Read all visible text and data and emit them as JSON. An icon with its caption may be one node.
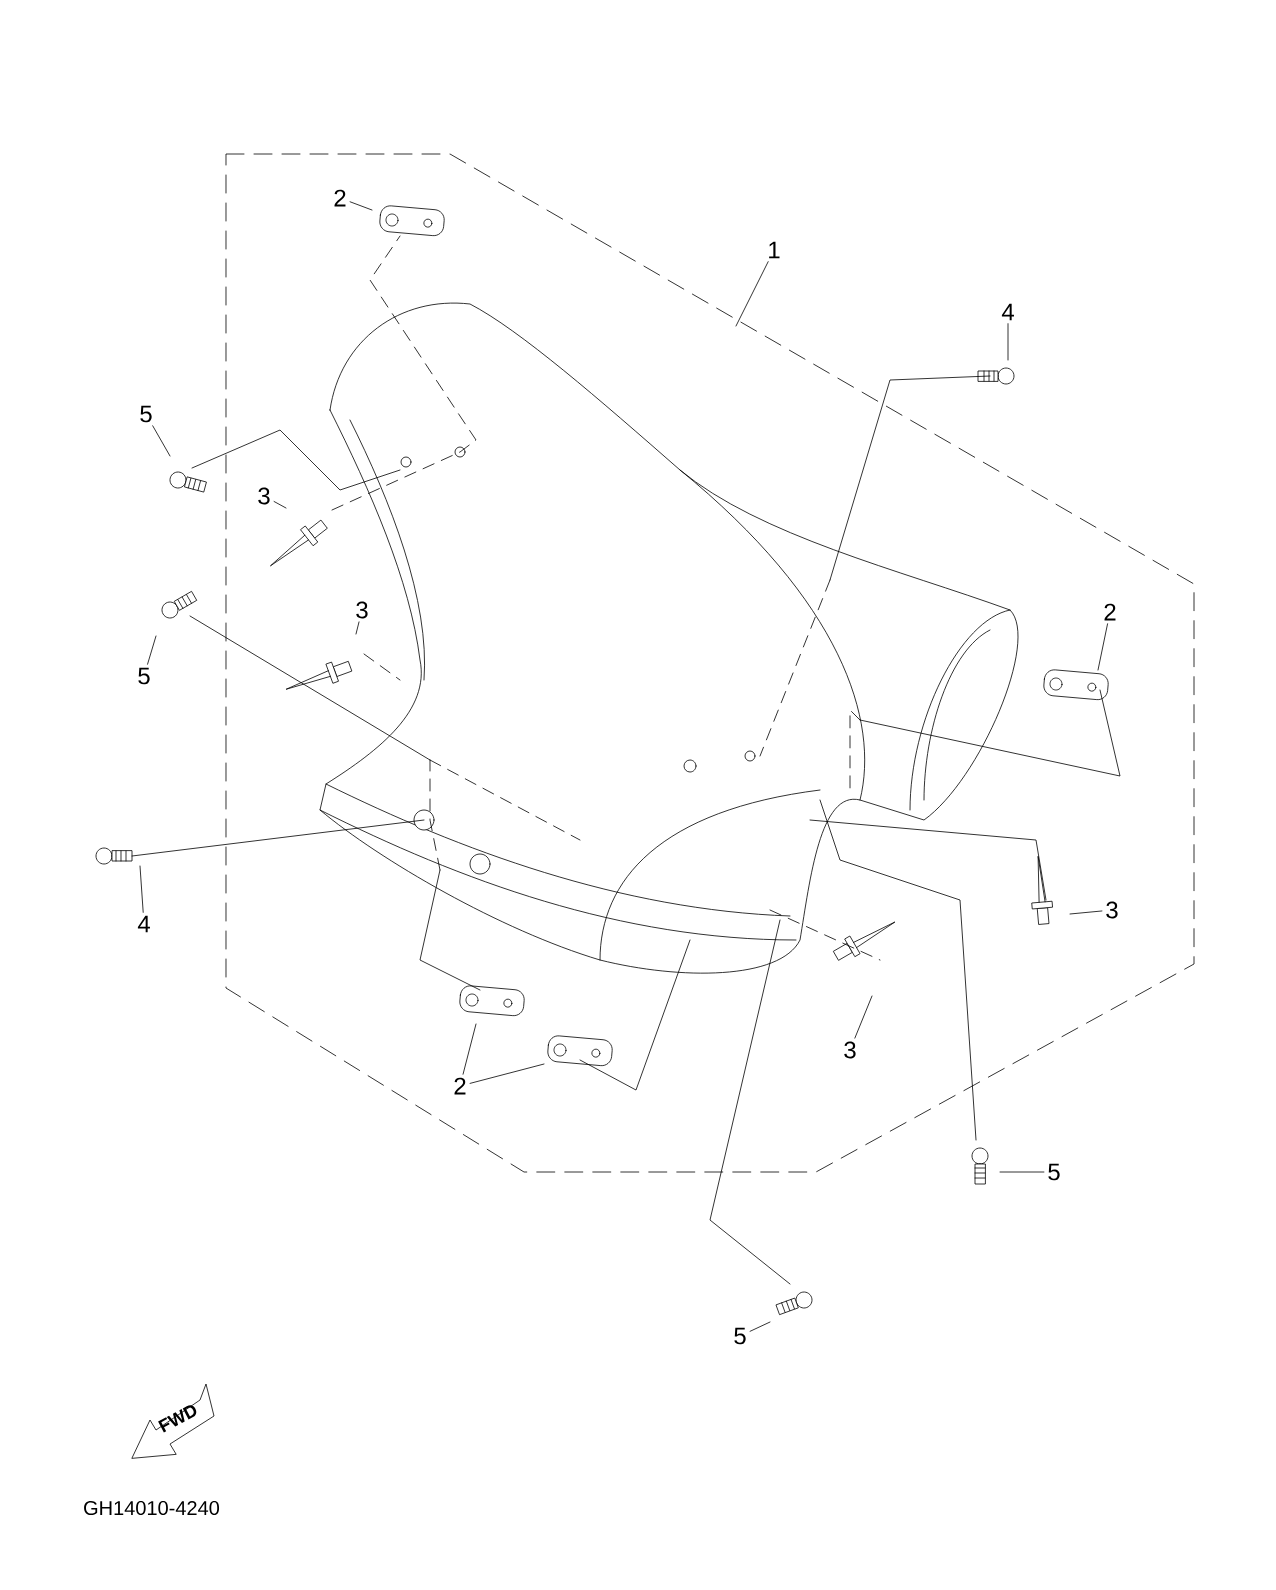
{
  "diagram": {
    "nodes": [
      {
        "text": [
          "1"
        ]
      },
      {
        "text": [
          "2"
        ]
      },
      {
        "text": [
          "5"
        ]
      },
      {
        "text": [
          "3"
        ]
      },
      {
        "text": [
          "4"
        ]
      },
      {
        "text": [
          "3"
        ]
      },
      {
        "text": [
          "5"
        ]
      },
      {
        "text": [
          "2"
        ]
      },
      {
        "text": [
          "4"
        ]
      },
      {
        "text": [
          "3"
        ]
      },
      {
        "text": [
          "3"
        ]
      },
      {
        "text": [
          "2"
        ]
      },
      {
        "text": [
          "5"
        ]
      },
      {
        "text": [
          "5"
        ]
      }
    ],
    "edges": [
      {
        "from": 0,
        "to": null,
        "arrow": "none"
      },
      {
        "from": 1,
        "to": null,
        "arrow": "none"
      },
      {
        "from": 2,
        "to": null,
        "arrow": "none"
      },
      {
        "from": 3,
        "to": null,
        "arrow": "none"
      },
      {
        "from": 4,
        "to": null,
        "arrow": "none"
      },
      {
        "from": 5,
        "to": null,
        "arrow": "none"
      },
      {
        "from": 6,
        "to": null,
        "arrow": "none"
      },
      {
        "from": 7,
        "to": null,
        "arrow": "none"
      },
      {
        "from": 8,
        "to": null,
        "arrow": "none"
      },
      {
        "from": 9,
        "to": null,
        "arrow": "none"
      },
      {
        "from": 10,
        "to": null,
        "arrow": "none"
      },
      {
        "from": 11,
        "to": null,
        "arrow": "none"
      },
      {
        "from": 11,
        "to": null,
        "arrow": "none"
      },
      {
        "from": 12,
        "to": null,
        "arrow": "none"
      },
      {
        "from": 13,
        "to": null,
        "arrow": "none"
      }
    ],
    "labels": [
      "FWD",
      "GH14010-4240"
    ]
  }
}
